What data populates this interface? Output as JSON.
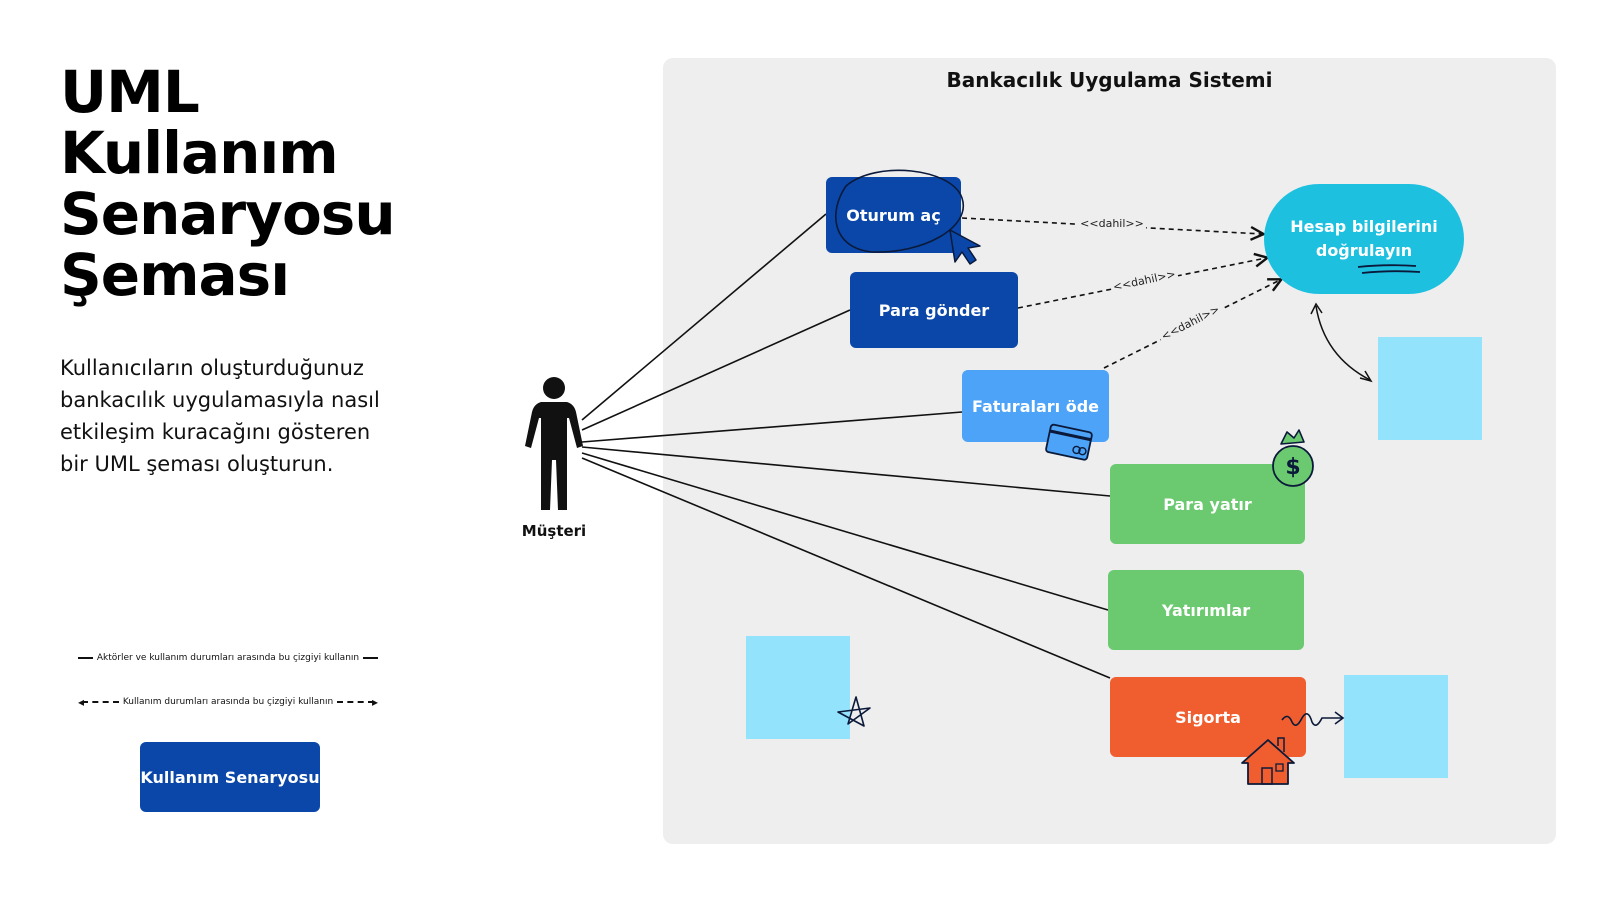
{
  "title_lines": [
    "UML",
    "Kullanım",
    "Senaryosu",
    "Şeması"
  ],
  "description": "Kullanıcıların oluşturduğunuz bankacılık uygulamasıyla nasıl etkileşim kuracağını gösteren bir UML şeması oluşturun.",
  "legend": {
    "solid_line_label": "Aktörler ve kullanım durumları arasında bu çizgiyi kullanın",
    "dashed_line_label": "Kullanım durumları arasında bu çizgiyi kullanın",
    "use_case_label": "Kullanım Senaryosu"
  },
  "system": {
    "title": "Bankacılık Uygulama Sistemi"
  },
  "actor": {
    "label": "Müşteri"
  },
  "use_cases": {
    "login": "Oturum aç",
    "send_money": "Para gönder",
    "pay_bills": "Faturaları öde",
    "deposit": "Para yatır",
    "investments": "Yatırımlar",
    "insurance": "Sigorta",
    "verify_line1": "Hesap bilgilerini",
    "verify_line2": "doğrulayın"
  },
  "relations": {
    "include_label": "<<dahil>>"
  },
  "icons": {
    "cursor": "cursor-arrow-icon",
    "card": "credit-card-icon",
    "money": "money-bag-icon",
    "star": "star-doodle-icon",
    "house": "house-icon",
    "squiggle": "squiggle-arrow-icon",
    "curve": "curved-double-arrow-icon"
  },
  "colors": {
    "dark_blue": "#0a47a9",
    "light_blue": "#4da3f7",
    "cyan": "#1ec0e0",
    "green": "#6bc96f",
    "orange": "#f05e2f",
    "sticky": "#93e3fc",
    "panel": "#eeeeee"
  }
}
